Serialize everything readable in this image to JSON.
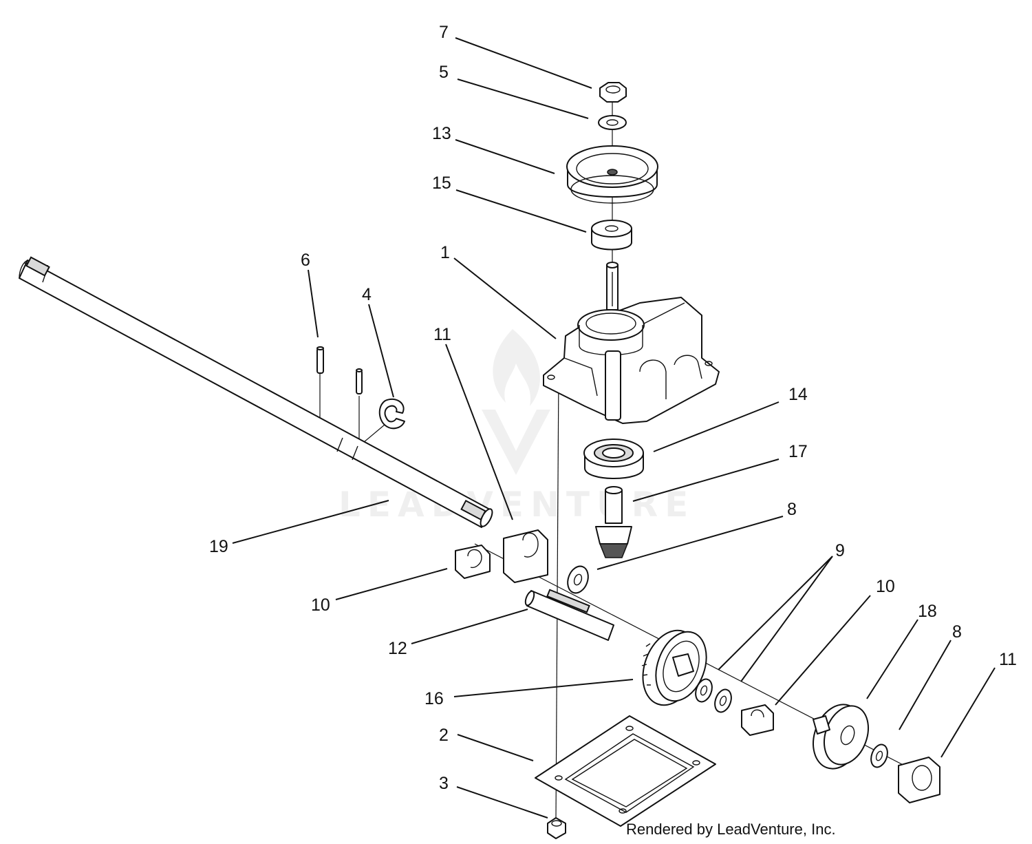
{
  "diagram": {
    "callouts": [
      "7",
      "5",
      "13",
      "15",
      "1",
      "6",
      "4",
      "11",
      "14",
      "17",
      "8",
      "19",
      "10",
      "9",
      "10",
      "12",
      "18",
      "8",
      "16",
      "11",
      "2",
      "3"
    ]
  },
  "watermark": {
    "text": "LEADVENTURE",
    "icon": "flame-v-logo"
  },
  "footer": {
    "credit": "Rendered by LeadVenture, Inc."
  }
}
